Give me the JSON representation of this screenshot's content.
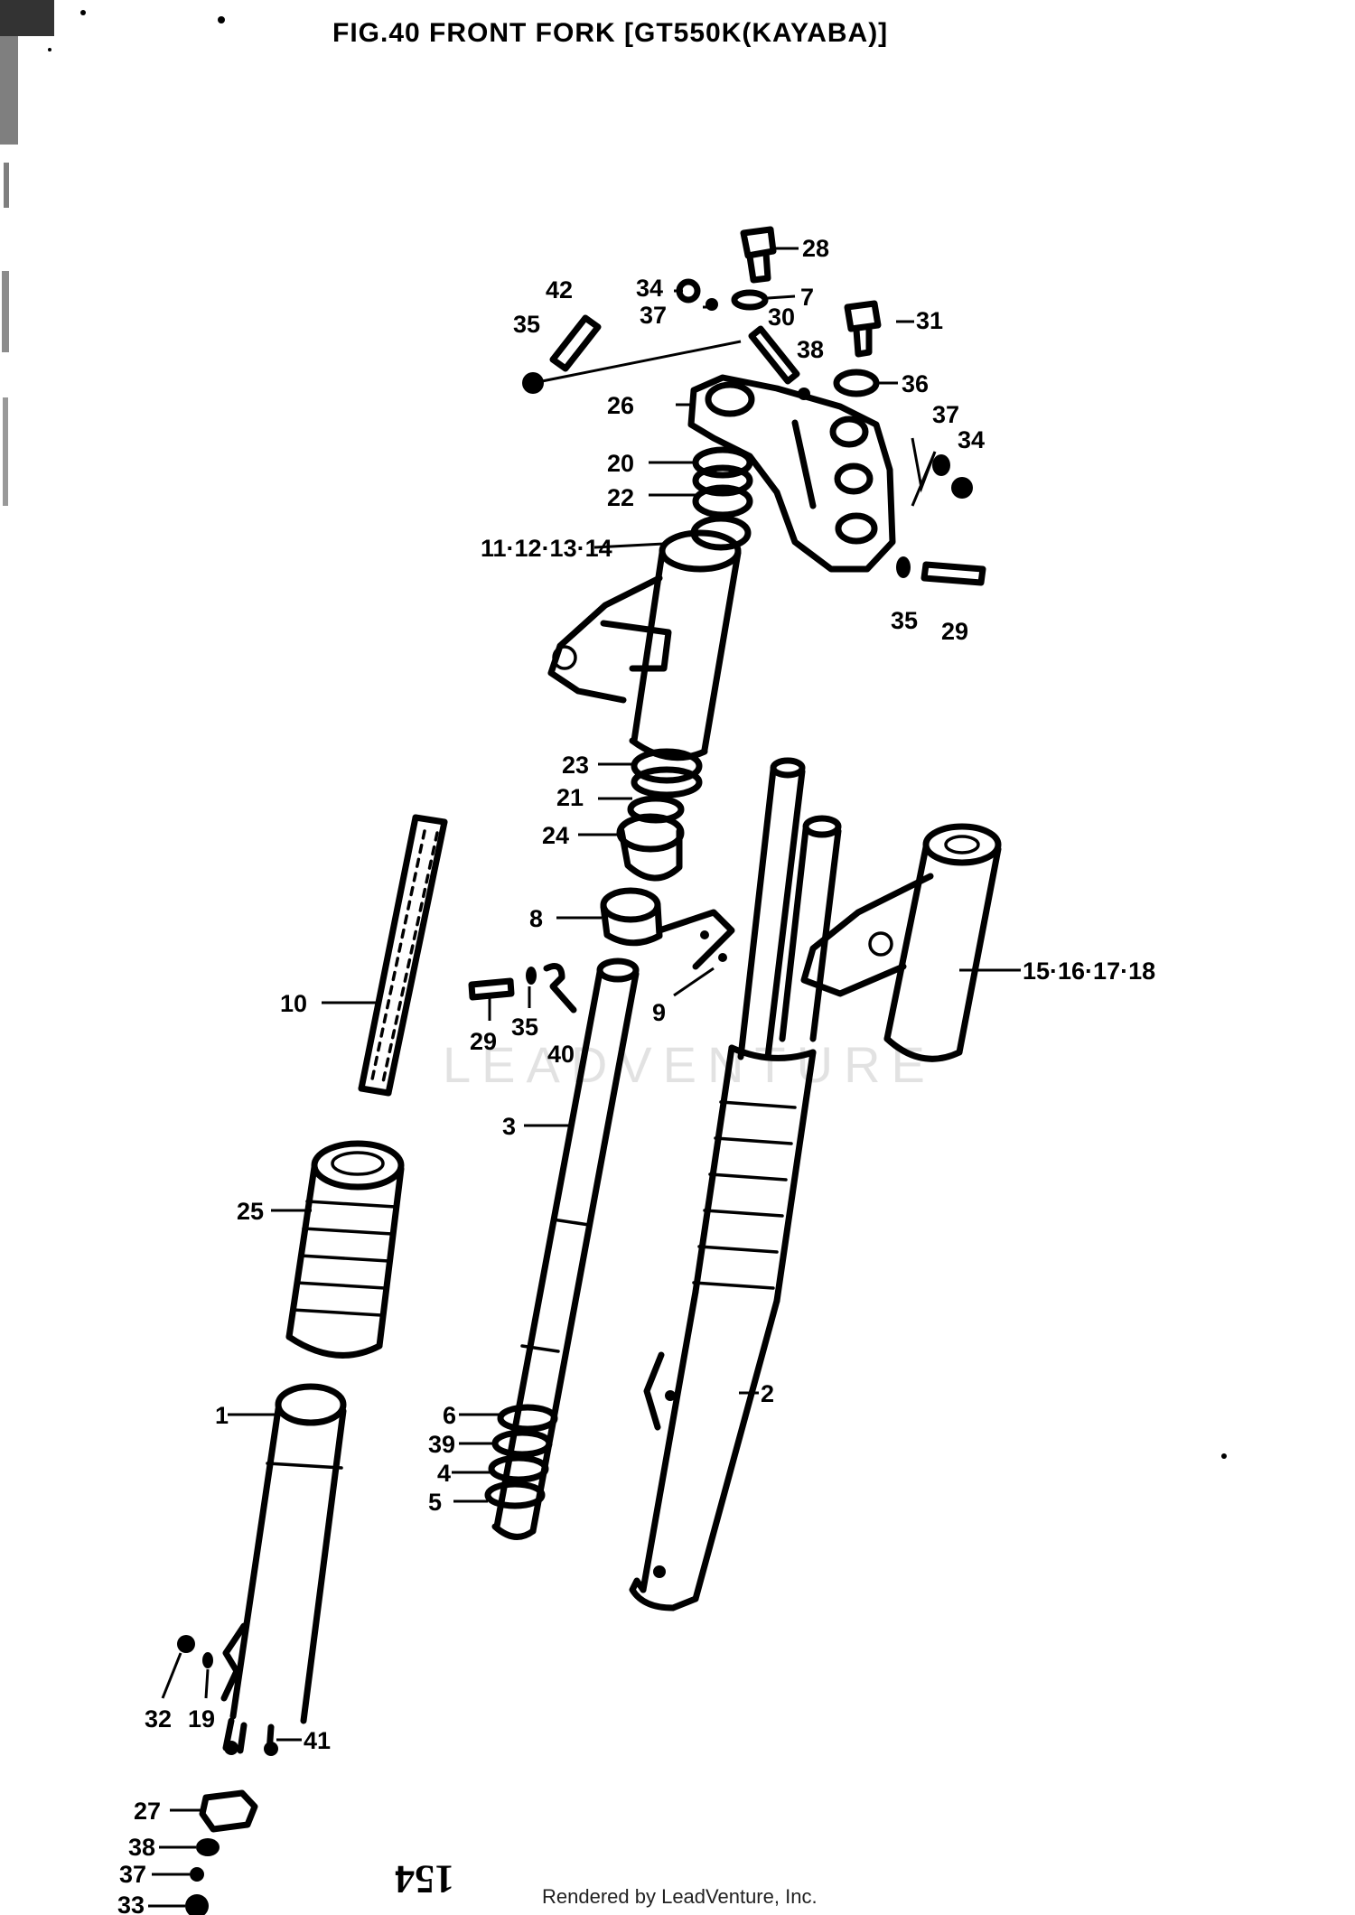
{
  "title": "FIG.40  FRONT FORK [GT550K(KAYABA)]",
  "watermark": "LEADVENTURE",
  "footer": "Rendered by LeadVenture, Inc.",
  "page_number": "154",
  "callouts": {
    "c28": "28",
    "c7": "7",
    "c34a": "34",
    "c37a": "37",
    "c42": "42",
    "c35a": "35",
    "c30": "30",
    "c38a": "38",
    "c31": "31",
    "c36": "36",
    "c26": "26",
    "c37b": "37",
    "c34b": "34",
    "c20": "20",
    "c22": "22",
    "c11": "11·12·13·14",
    "c35b": "35",
    "c29a": "29",
    "c23": "23",
    "c21": "21",
    "c24": "24",
    "c8": "8",
    "c10": "10",
    "c29b": "29",
    "c35c": "35",
    "c40": "40",
    "c9": "9",
    "c1518": "15·16·17·18",
    "c3": "3",
    "c25": "25",
    "c2": "2",
    "c1": "1",
    "c6": "6",
    "c39": "39",
    "c4": "4",
    "c5": "5",
    "c32": "32",
    "c19": "19",
    "c41": "41",
    "c27": "27",
    "c38b": "38",
    "c37c": "37",
    "c33": "33"
  }
}
